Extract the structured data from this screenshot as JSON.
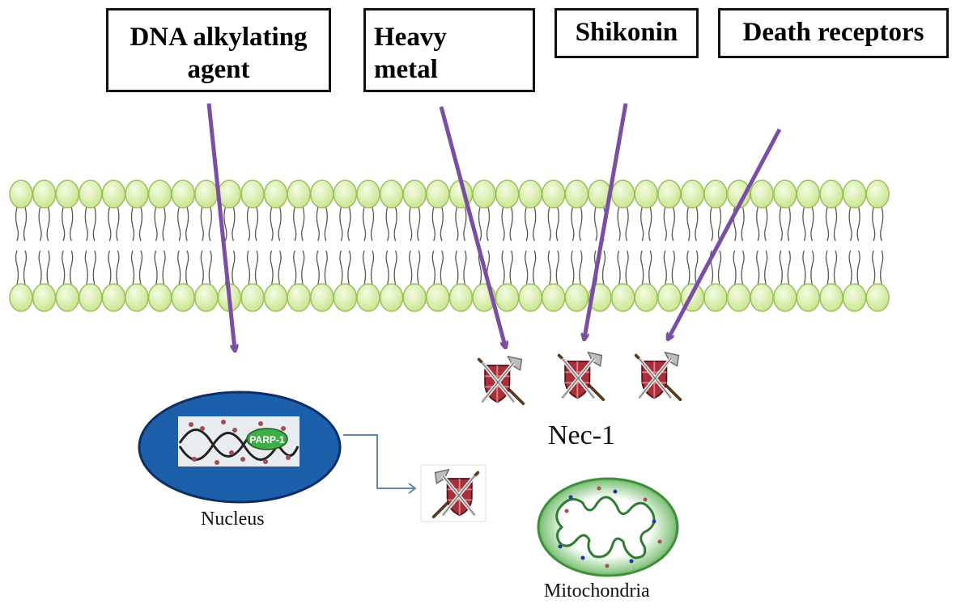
{
  "boxes": {
    "dna_line1": "DNA alkylating",
    "dna_line2": "agent",
    "metal_line1": "Heavy",
    "metal_line2": "metal",
    "shikonin": "Shikonin",
    "death_receptors": "Death receptors"
  },
  "labels": {
    "nec1": "Nec-1",
    "nucleus": "Nucleus",
    "mitochondria": "Mitochondria",
    "parp": "PARP-1"
  },
  "colors": {
    "arrow": "#7b4ea6",
    "lipid_head": "#d6f0a2",
    "lipid_head_edge": "#9bbf5a",
    "nucleus_fill": "#1c5fab",
    "nucleus_edge": "#0e2f66",
    "connector": "#5f87b0",
    "shield": "#a8303a",
    "mito": "#4e9a46"
  }
}
